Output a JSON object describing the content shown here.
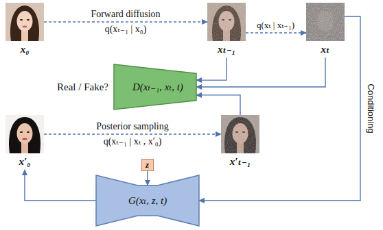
{
  "diagram": {
    "nodes": [
      {
        "text": [
          "x₀"
        ]
      },
      {
        "text": [
          "xₜ₋₁"
        ]
      },
      {
        "text": [
          "xₜ"
        ]
      },
      {
        "text": [
          "Real / Fake?",
          "D(xₜ₋₁, xₜ, t)"
        ]
      },
      {
        "text": [
          "x′₀"
        ]
      },
      {
        "text": [
          "x′ₜ₋₁"
        ]
      },
      {
        "text": [
          "z"
        ]
      },
      {
        "text": [
          "G(xₜ, z, t)"
        ]
      }
    ],
    "edges": [
      {
        "from": 0,
        "to": 1,
        "arrow": "to",
        "label": "Forward diffusion q(xₜ₋₁ | x₀)"
      },
      {
        "from": 1,
        "to": 2,
        "arrow": "to",
        "label": "q(xₜ | xₜ₋₁)"
      },
      {
        "from": 1,
        "to": 3,
        "arrow": "to"
      },
      {
        "from": 2,
        "to": 3,
        "arrow": "to"
      },
      {
        "from": 5,
        "to": 3,
        "arrow": "to"
      },
      {
        "from": 2,
        "to": 7,
        "arrow": "to",
        "label": "Conditioning"
      },
      {
        "from": 7,
        "to": 4,
        "arrow": "to"
      },
      {
        "from": 4,
        "to": 5,
        "arrow": "to",
        "label": "Posterior sampling q(xₜ₋₁ | xₜ , x′₀)"
      },
      {
        "from": 6,
        "to": 7,
        "arrow": "to"
      }
    ]
  }
}
